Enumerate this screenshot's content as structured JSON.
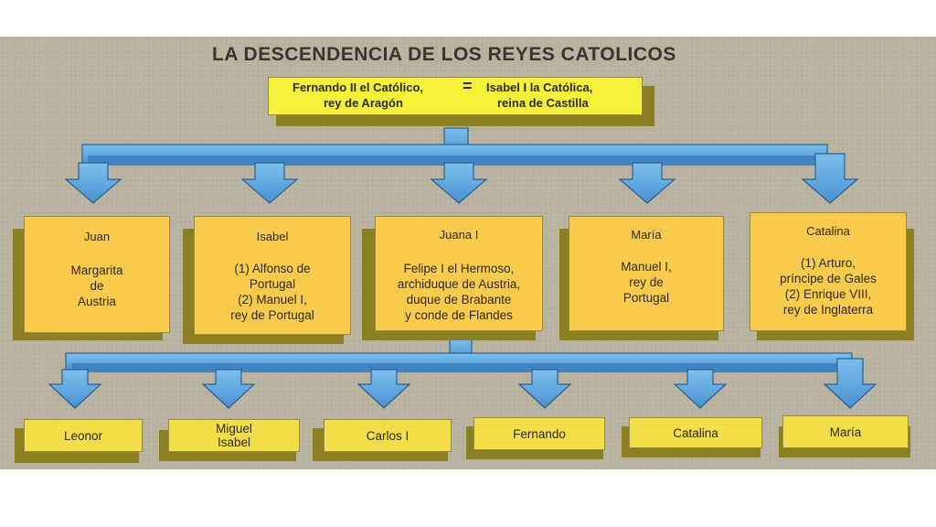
{
  "title": "LA DESCENDENCIA DE LOS REYES CATOLICOS",
  "parents": {
    "husband_name": "Fernando II el Católico,",
    "husband_title": "rey de Aragón",
    "symbol": "=",
    "wife_name": "Isabel I la Católica,",
    "wife_title": "reina de Castilla"
  },
  "children": [
    {
      "name": "Juan",
      "spouses": "Margarita\nde\nAustria"
    },
    {
      "name": "Isabel",
      "spouses": "(1) Alfonso de\nPortugal\n(2) Manuel I,\nrey de Portugal"
    },
    {
      "name": "Juana I",
      "spouses": "Felipe I el Hermoso,\narchiduque de Austria,\nduque de Brabante\ny conde de Flandes"
    },
    {
      "name": "María",
      "spouses": "Manuel I,\nrey de\nPortugal"
    },
    {
      "name": "Catalina",
      "spouses": "(1) Arturo,\npríncipe de Gales\n(2) Enrique VIII,\nrey de Inglaterra"
    }
  ],
  "grandchildren": [
    {
      "name": "Leonor"
    },
    {
      "name": "Miguel\nIsabel"
    },
    {
      "name": "Carlos I"
    },
    {
      "name": "Fernando"
    },
    {
      "name": "Catalina"
    },
    {
      "name": "María"
    }
  ],
  "colors": {
    "background": "#b9b4a1",
    "box_fill": "#f7cd46",
    "box_shadow": "#8a8022",
    "arrow_fill": "#58a6e0",
    "arrow_edge": "#2f5f8f"
  },
  "icons": [
    "arrow-down-icon"
  ]
}
